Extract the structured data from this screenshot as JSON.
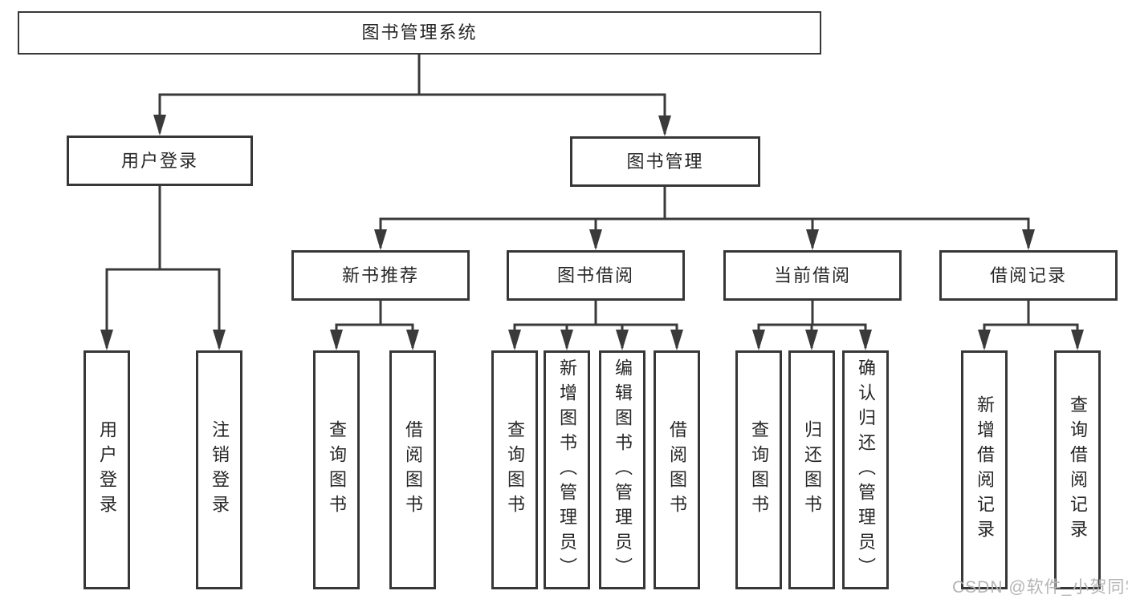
{
  "diagram": {
    "root": {
      "label": "图书管理系统"
    },
    "level1": [
      {
        "label": "用户登录"
      },
      {
        "label": "图书管理"
      }
    ],
    "level2": [
      {
        "label": "新书推荐"
      },
      {
        "label": "图书借阅"
      },
      {
        "label": "当前借阅"
      },
      {
        "label": "借阅记录"
      }
    ],
    "leaves": {
      "user_login": [
        "用户登录",
        "注销登录"
      ],
      "new_book": [
        "查询图书",
        "借阅图书"
      ],
      "book_borrow": [
        "查询图书",
        "新增图书（管理员）",
        "编辑图书（管理员）",
        "借阅图书"
      ],
      "current_borrow": [
        "查询图书",
        "归还图书",
        "确认归还（管理员）"
      ],
      "borrow_record": [
        "新增借阅记录",
        "查询借阅记录"
      ]
    }
  },
  "watermark": "CSDN @软件_小贺同学",
  "colors": {
    "line": "#3a3a3a",
    "box_border": "#373737",
    "text": "#262626",
    "background": "#ffffff",
    "watermark_text": "#b4b4b4"
  }
}
